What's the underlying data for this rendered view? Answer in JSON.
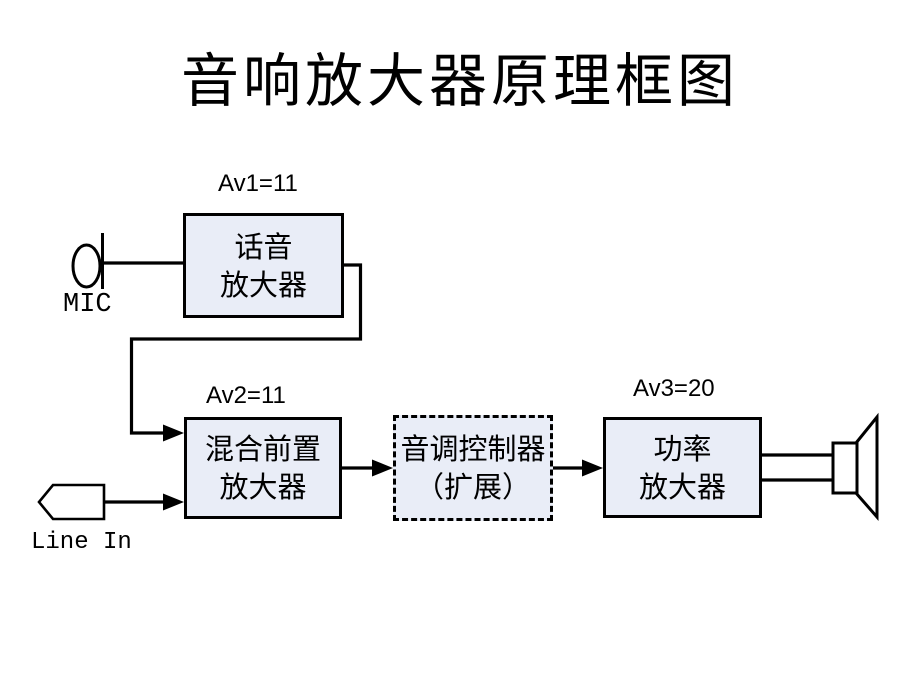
{
  "slide": {
    "title": "音响放大器原理框图"
  },
  "labels": {
    "mic": "MIC",
    "line_in": "Line In"
  },
  "blocks": [
    {
      "name": "voice-amplifier",
      "line1": "话音",
      "line2": "放大器",
      "gain": "Av1=11",
      "border": "solid"
    },
    {
      "name": "mixing-preamplifier",
      "line1": "混合前置",
      "line2": "放大器",
      "gain": "Av2=11",
      "border": "solid"
    },
    {
      "name": "tone-controller",
      "line1": "音调控制器",
      "line2": "（扩展）",
      "gain": "",
      "border": "dashed"
    },
    {
      "name": "power-amplifier",
      "line1": "功率",
      "line2": "放大器",
      "gain": "Av3=20",
      "border": "solid"
    }
  ],
  "connections": [
    "MIC → 话音放大器",
    "话音放大器 → 混合前置放大器",
    "Line In → 混合前置放大器",
    "混合前置放大器 → 音调控制器（扩展）",
    "音调控制器（扩展） → 功率放大器",
    "功率放大器 → 扬声器"
  ],
  "colors": {
    "block_fill": "#e9edf7",
    "stroke": "#000000",
    "background": "#ffffff"
  }
}
